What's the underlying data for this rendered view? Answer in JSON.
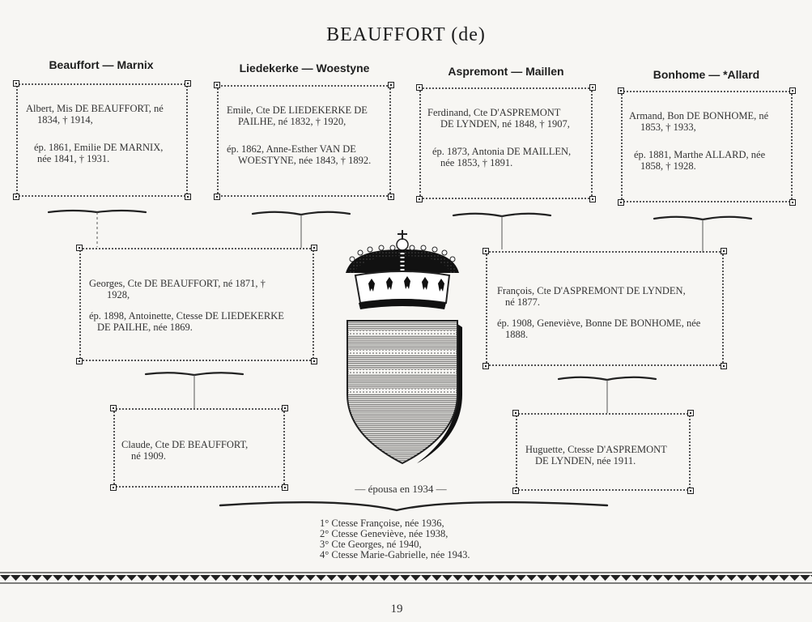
{
  "title": "BEAUFFORT (de)",
  "families": [
    "Beauffort — Marnix",
    "Liedekerke — Woestyne",
    "Aspremont — Maillen",
    "Bonhome — *Allard"
  ],
  "gen1": [
    {
      "line1": "Albert, Mis DE BEAUFFORT, né",
      "line2": "1834, † 1914,",
      "line3": "ép. 1861, Emilie DE MARNIX,",
      "line4": "née 1841, † 1931."
    },
    {
      "line1": "Emile, Cte DE LIEDEKERKE DE",
      "line2": "PAILHE, né 1832, † 1920,",
      "line3": "ép. 1862, Anne-Esther VAN DE",
      "line4": "WOESTYNE, née 1843, † 1892."
    },
    {
      "line1": "Ferdinand, Cte D'ASPREMONT",
      "line2": "DE LYNDEN, né 1848, † 1907,",
      "line3": "ép. 1873, Antonia DE MAILLEN,",
      "line4": "née 1853, † 1891."
    },
    {
      "line1": "Armand, Bon DE BONHOME, né",
      "line2": "1853, † 1933,",
      "line3": "ép. 1881, Marthe ALLARD, née",
      "line4": "1858, † 1928."
    }
  ],
  "gen2": [
    {
      "line1": "Georges, Cte DE BEAUFFORT, né 1871, †",
      "line2": "1928,",
      "line3": "ép. 1898, Antoinette, Ctesse DE LIEDEKERKE",
      "line4": "DE PAILHE, née 1869."
    },
    {
      "line1": "François, Cte D'ASPREMONT DE LYNDEN,",
      "line2": "né 1877.",
      "line3": "ép. 1908, Geneviève, Bonne DE BONHOME, née",
      "line4": "1888."
    }
  ],
  "gen3": [
    {
      "line1": "Claude, Cte DE BEAUFFORT,",
      "line2": "né 1909."
    },
    {
      "line1": "Huguette, Ctesse D'ASPREMONT",
      "line2": "DE LYNDEN, née 1911."
    }
  ],
  "married": "— épousa en 1934 —",
  "children": [
    "1° Ctesse Françoise, née 1936,",
    "2° Ctesse Geneviève, née 1938,",
    "3° Cte Georges, né 1940,",
    "4° Ctesse Marie-Gabrielle, née 1943."
  ],
  "page_number": "19"
}
